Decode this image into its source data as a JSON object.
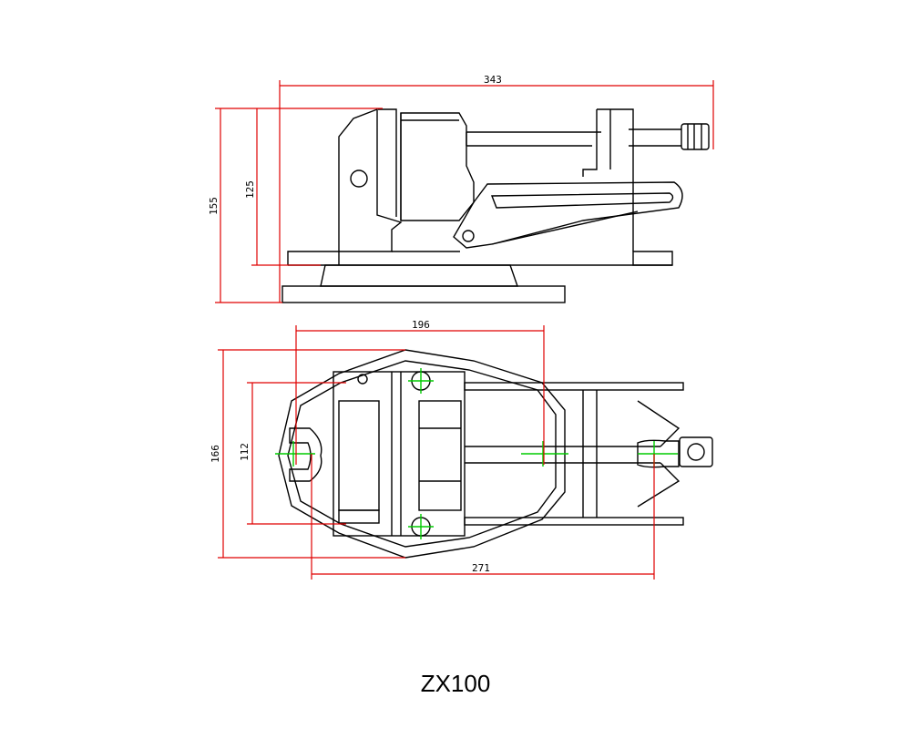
{
  "dimensions": {
    "overall_length": "343",
    "total_height": "155",
    "jaw_height": "125",
    "body_length": "196",
    "width": "166",
    "jaw_width": "112",
    "slot_spacing": "271"
  },
  "caption": "ZX100",
  "colors": {
    "outline": "#000000",
    "dimension": "#e00000",
    "centerline": "#00cc00"
  }
}
